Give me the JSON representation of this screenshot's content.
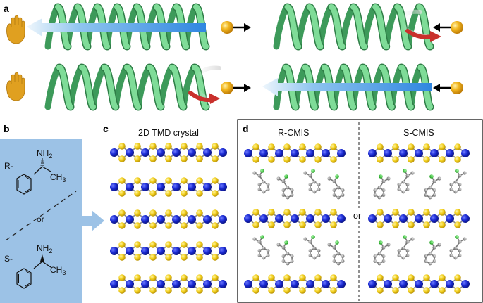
{
  "panel_labels": {
    "a": "a",
    "b": "b",
    "c": "c",
    "d": "d"
  },
  "panel_b": {
    "r_label": "R-",
    "s_label": "S-",
    "or_label": "or",
    "amine_group": "NH",
    "amine_sub": "2",
    "methyl_group": "CH",
    "methyl_sub": "3"
  },
  "panel_c": {
    "title": "2D TMD crystal"
  },
  "panel_d": {
    "left_title": "R-CMIS",
    "right_title": "S-CMIS",
    "or_label": "or"
  },
  "colors": {
    "helix": "#6fcf8a",
    "helix_dark": "#3d9a5a",
    "blue_arrow": "#3a8fe0",
    "red_arrow": "#c9302c",
    "electron": "#f0b21c",
    "hand": "#e0a020",
    "panel_b_bg": "#9cc2e6",
    "metal_atom": "#1a2ad0",
    "chalcogen_atom": "#f2cf1c",
    "carbon_atom": "#8a8a8a",
    "chlorine_atom": "#22c822"
  }
}
